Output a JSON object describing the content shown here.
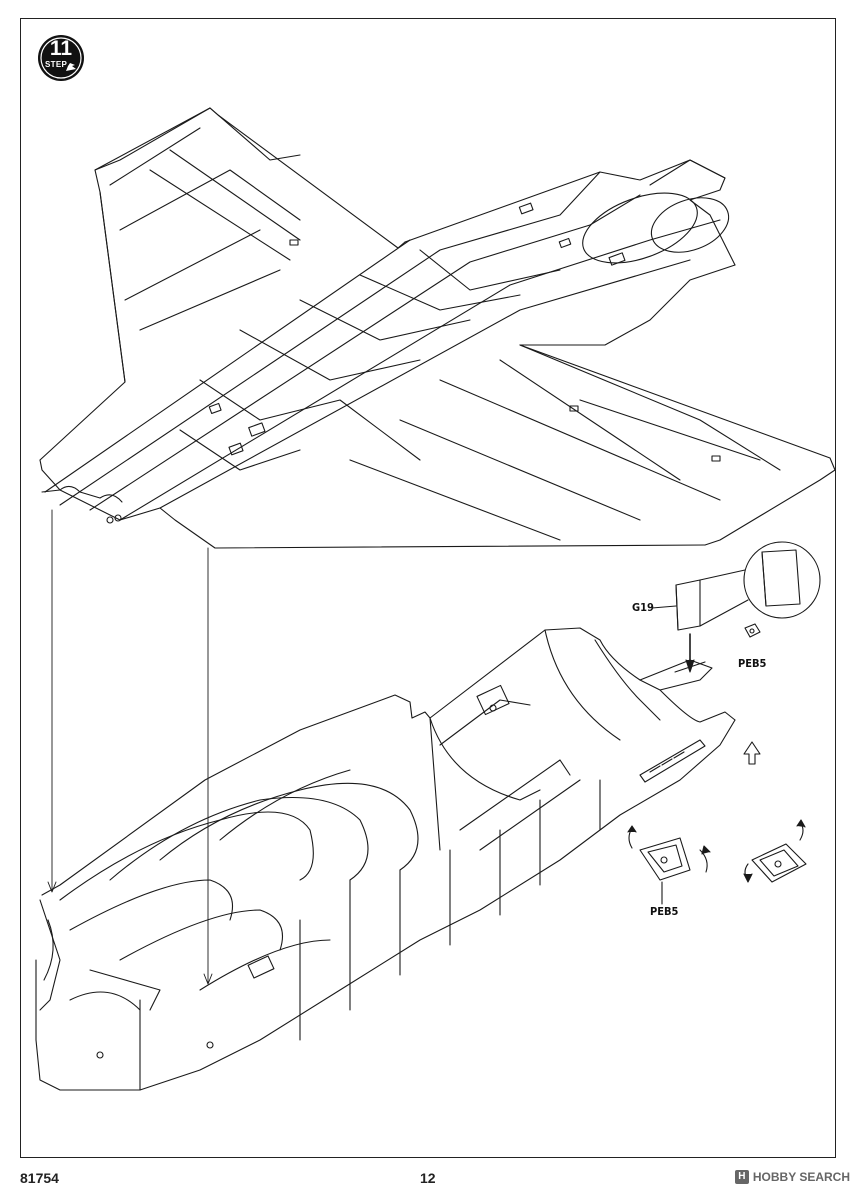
{
  "step": {
    "number": "11",
    "word": "STEP"
  },
  "callouts": {
    "g19": "G19",
    "peb5_top": "PEB5",
    "peb5_bottom": "PEB5"
  },
  "footer": {
    "kit_number": "81754",
    "page_number": "12"
  },
  "watermark": {
    "text": "HOBBY SEARCH",
    "mark": "H"
  },
  "colors": {
    "line": "#1a1a1a",
    "paper": "#ffffff"
  }
}
